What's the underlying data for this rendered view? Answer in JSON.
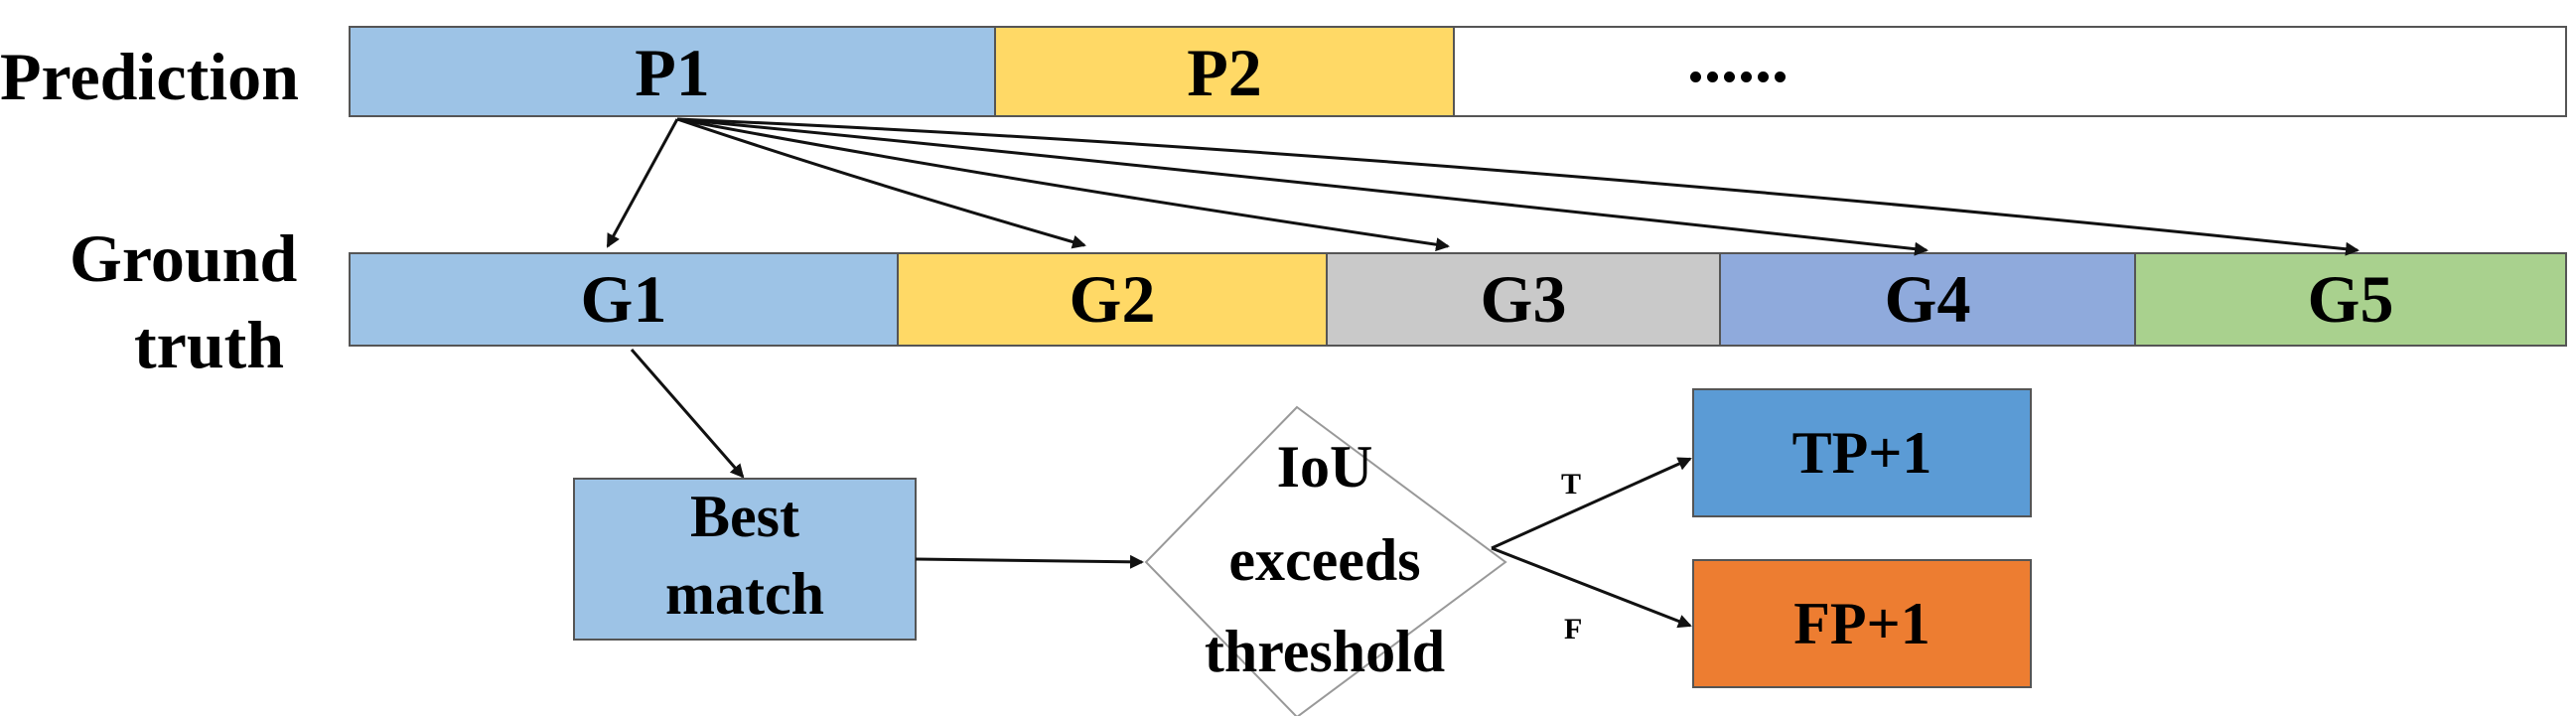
{
  "labels": {
    "prediction": "Prediction",
    "ground_truth_line1": "Ground",
    "ground_truth_line2": "truth"
  },
  "prediction_row": [
    {
      "label": "P1",
      "color": "#9dc3e6"
    },
    {
      "label": "P2",
      "color": "#ffd966"
    },
    {
      "label": "......",
      "color": "#ffffff"
    }
  ],
  "ground_truth_row": [
    {
      "label": "G1",
      "color": "#9dc3e6"
    },
    {
      "label": "G2",
      "color": "#ffd966"
    },
    {
      "label": "G3",
      "color": "#c9c9c9"
    },
    {
      "label": "G4",
      "color": "#8faadc"
    },
    {
      "label": "G5",
      "color": "#a9d18e"
    }
  ],
  "best_match": {
    "line1": "Best",
    "line2": "match",
    "color": "#9dc3e6"
  },
  "decision": {
    "line1": "IoU",
    "line2": "exceeds",
    "line3": "threshold",
    "color": "#ffffff"
  },
  "branch_true": "T",
  "branch_false": "F",
  "tp_box": {
    "label": "TP+1",
    "color": "#5b9bd5"
  },
  "fp_box": {
    "label": "FP+1",
    "color": "#ed7d31"
  }
}
